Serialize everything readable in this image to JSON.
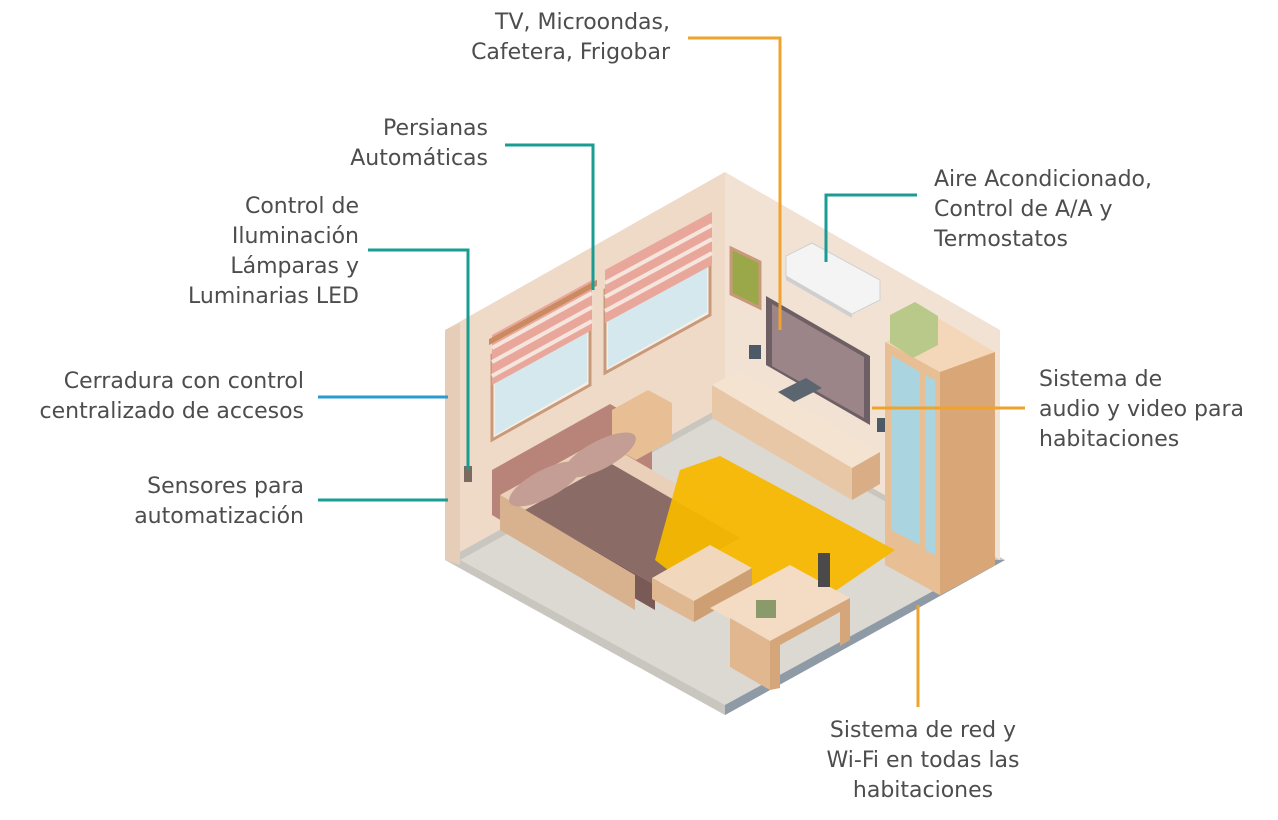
{
  "colors": {
    "callout_teal": "#1a9c93",
    "callout_blue": "#2b9ad0",
    "callout_orange": "#f0a32c",
    "label_text": "#4d4d4d",
    "rug": "#f5b800"
  },
  "callouts": {
    "tv": {
      "lines": [
        "TV, Microondas,",
        "Cafetera, Frigobar"
      ]
    },
    "blinds": {
      "lines": [
        "Persianas",
        "Automáticas"
      ]
    },
    "lighting": {
      "lines": [
        "Control de",
        "Iluminación",
        "Lámparas y",
        "Luminarias LED"
      ]
    },
    "lock": {
      "lines": [
        "Cerradura con control",
        "centralizado de accesos"
      ]
    },
    "sensors": {
      "lines": [
        "Sensores para",
        "automatización"
      ]
    },
    "ac": {
      "lines": [
        "Aire Acondicionado,",
        "Control de A/A  y",
        "Termostatos"
      ]
    },
    "audio": {
      "lines": [
        "Sistema de",
        "audio y video para",
        "habitaciones"
      ]
    },
    "network": {
      "lines": [
        "Sistema de red y",
        "Wi-Fi en todas las",
        "habitaciones"
      ]
    }
  }
}
